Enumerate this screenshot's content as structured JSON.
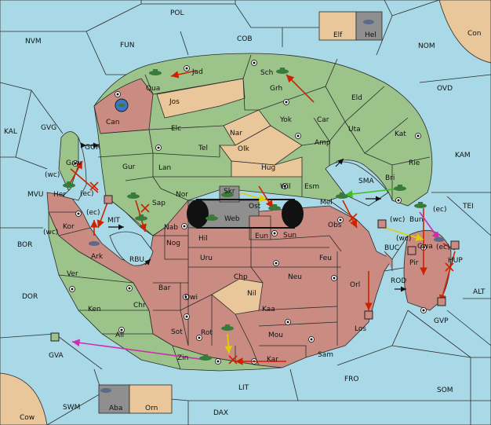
{
  "sea_labels": {
    "pol": "POL",
    "cob": "COB",
    "fun": "FUN",
    "nvm": "NVM",
    "nom": "NOM",
    "con": "Con",
    "ovd": "OVD",
    "kal": "KAL",
    "gvg": "GVG",
    "gor": "GOR",
    "kam": "KAM",
    "mvu": "MVU",
    "mit": "MIT",
    "tei": "TEI",
    "sma": "SMA",
    "bor": "BOR",
    "rbu": "RBU",
    "buc": "BUC",
    "dor": "DOR",
    "rod": "ROD",
    "alt": "ALT",
    "gva": "GVA",
    "gvp": "GVP",
    "fro": "FRO",
    "lit": "LIT",
    "som": "SOM",
    "swm": "SWM",
    "dax": "DAX",
    "cow": "Cow"
  },
  "land_labels": {
    "jad": "Jad",
    "sch": "Sch",
    "qua": "Qua",
    "jos": "Jos",
    "grh": "Grh",
    "eld": "Eld",
    "can": "Can",
    "elc": "Elc",
    "yok": "Yok",
    "car": "Car",
    "uta": "Uta",
    "nar": "Nar",
    "kat": "Kat",
    "tel": "Tel",
    "olk": "Olk",
    "amp": "Amp",
    "gaw": "Gaw",
    "gur": "Gur",
    "lan": "Lan",
    "hug": "Hug",
    "rie": "Rie",
    "bri": "Bri",
    "wil": "Wil",
    "esm": "Esm",
    "her": "Her",
    "nor": "Nor",
    "skr": "Skr",
    "ost": "Ost",
    "mel": "Mel",
    "sap": "Sap",
    "kor": "Kor",
    "web": "Web",
    "obs": "Obs",
    "nab": "Nab",
    "eun": "Eun",
    "sun": "Sun",
    "hil": "Hil",
    "nog": "Nog",
    "ark": "Ark",
    "uru": "Uru",
    "feu": "Feu",
    "pir": "Pir",
    "hup": "HUP",
    "ver": "Ver",
    "chp": "Chp",
    "neu": "Neu",
    "orl": "Orl",
    "bar": "Bar",
    "qwi": "Qwi",
    "nil": "Nil",
    "ken": "Ken",
    "chr": "Chr",
    "kaa": "Kaa",
    "ail": "Ail",
    "sot": "Sot",
    "rot": "Rot",
    "los": "Los",
    "mou": "Mou",
    "zin": "Zin",
    "kar": "Kar",
    "sam": "Sam",
    "elf": "Elf",
    "hel": "Hel",
    "aba": "Aba",
    "orn": "Orn",
    "bun": "Bun",
    "gwa": "Gwa"
  },
  "coast_labels": [
    "(wc)",
    "(ec)",
    "(wc)",
    "(ec)",
    "(wc)",
    "(ec)",
    "(wc)",
    "(ec)"
  ],
  "colors": {
    "sea": "#a9d9e6",
    "green_power": "#9cc38a",
    "red_power": "#c98b82",
    "neutral": "#e9c79a",
    "impassable": "#8f8f8f",
    "order_move": "#cc2200",
    "order_support": "#e0d000",
    "order_convoy": "#d02cb0",
    "order_alt": "#40c020"
  }
}
